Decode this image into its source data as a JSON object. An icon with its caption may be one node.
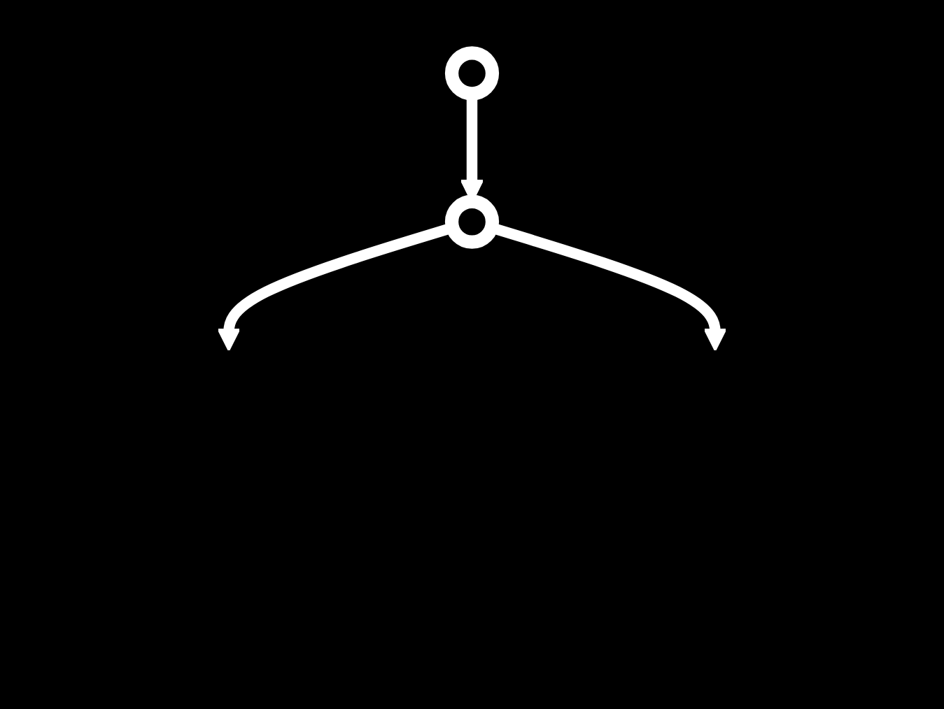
{
  "diagram": {
    "nodes": [
      {
        "text": [],
        "shape": "circle"
      },
      {
        "text": [],
        "shape": "circle"
      }
    ],
    "edges": [
      {
        "from": 0,
        "to": 1,
        "arrow": "to"
      },
      {
        "from": 1,
        "to": null,
        "arrow": "to"
      },
      {
        "from": 1,
        "to": null,
        "arrow": "to"
      }
    ]
  }
}
